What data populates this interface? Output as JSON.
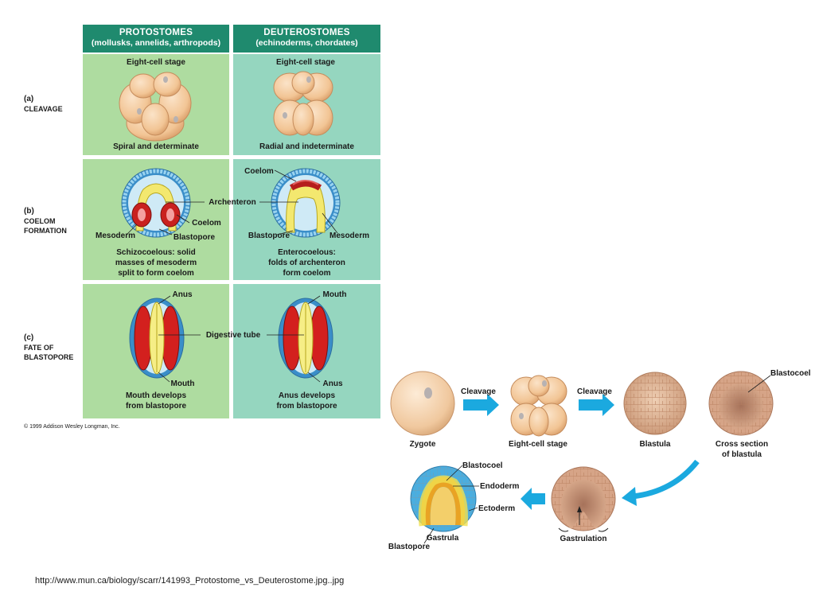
{
  "headers": {
    "proto": {
      "title": "Protostomes",
      "subtitle": "(mollusks, annelids, arthropods)"
    },
    "deut": {
      "title": "Deuterostomes",
      "subtitle": "(echinoderms, chordates)"
    }
  },
  "rows": {
    "a": {
      "letter": "(a)",
      "name": "Cleavage"
    },
    "b": {
      "letter": "(b)",
      "name_line1": "Coelom",
      "name_line2": "formation"
    },
    "c": {
      "letter": "(c)",
      "name_line1": "Fate of",
      "name_line2": "blastopore"
    }
  },
  "cleavage": {
    "proto_stage": "Eight-cell stage",
    "deut_stage": "Eight-cell stage",
    "proto_caption": "Spiral and determinate",
    "deut_caption": "Radial and indeterminate"
  },
  "coelom": {
    "coelom_left": "Coelom",
    "coelom_right": "Coelom",
    "archenteron": "Archenteron",
    "mesoderm_left": "Mesoderm",
    "blastopore_left": "Blastopore",
    "blastopore_right": "Blastopore",
    "mesoderm_right": "Mesoderm",
    "proto_caption": [
      "Schizocoelous: solid",
      "masses of mesoderm",
      "split to form coelom"
    ],
    "deut_caption": [
      "Enterocoelous:",
      "folds of archenteron",
      "form coelom"
    ]
  },
  "fate": {
    "anus_top": "Anus",
    "mouth_top": "Mouth",
    "digestive_tube": "Digestive tube",
    "mouth_bottom": "Mouth",
    "anus_bottom": "Anus",
    "proto_caption": [
      "Mouth develops",
      "from blastopore"
    ],
    "deut_caption": [
      "Anus develops",
      "from blastopore"
    ]
  },
  "copyright": "© 1999 Addison Wesley Longman, Inc.",
  "dev": {
    "cleavage1": "Cleavage",
    "cleavage2": "Cleavage",
    "zygote": "Zygote",
    "eight_cell": "Eight-cell stage",
    "blastula": "Blastula",
    "cross_section": [
      "Cross section",
      "of blastula"
    ],
    "blastocoel_top": "Blastocoel",
    "blastocoel": "Blastocoel",
    "endoderm": "Endoderm",
    "ectoderm": "Ectoderm",
    "gastrula": "Gastrula",
    "blastopore": "Blastopore",
    "gastrulation": "Gastrulation"
  },
  "source_url": "http://www.mun.ca/biology/scarr/141993_Protostome_vs_Deuterostome.jpg..jpg",
  "colors": {
    "header": "#1f8a6e",
    "proto_bg": "#aedca0",
    "deut_bg": "#95d6bf",
    "arrow": "#1ba9df"
  }
}
